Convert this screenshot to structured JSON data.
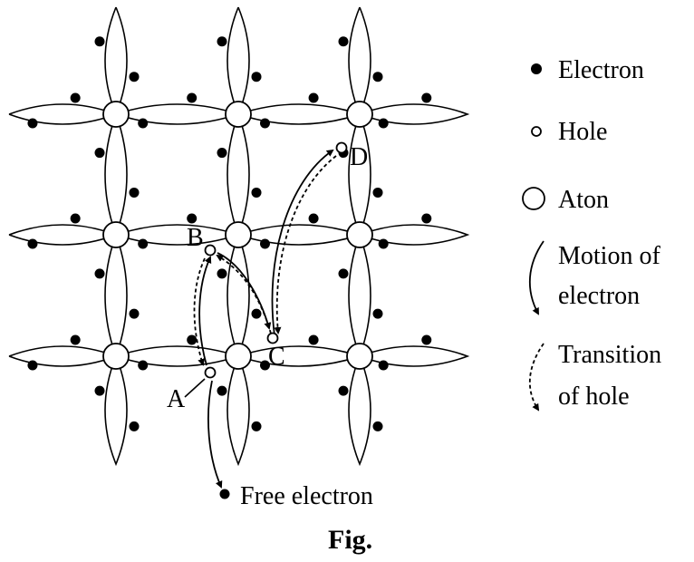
{
  "figure": {
    "caption": "Fig.",
    "points": {
      "a": "A",
      "b": "B",
      "c": "C",
      "d": "D"
    },
    "free_electron_label": "Free electron"
  },
  "legend": {
    "electron": "Electron",
    "hole": "Hole",
    "atom": "Aton",
    "motion_line1": "Motion of",
    "motion_line2": "electron",
    "transition_line1": "Transition",
    "transition_line2": "of hole"
  }
}
